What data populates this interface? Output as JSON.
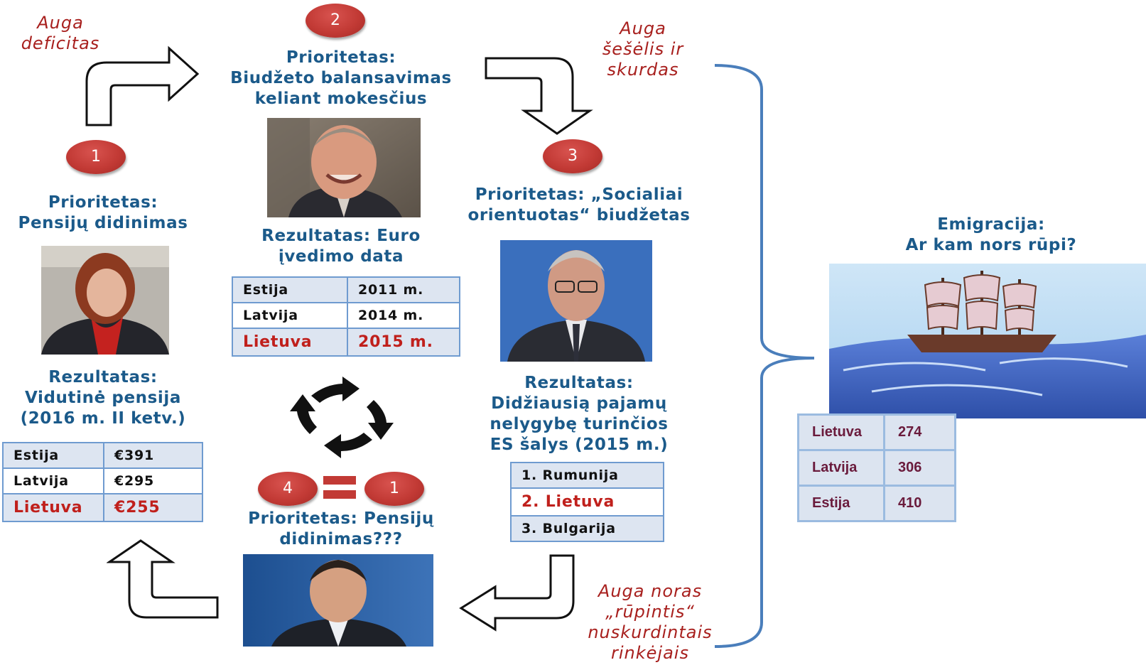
{
  "labels": {
    "deficit": "Auga\ndeficitas",
    "shadow": "Auga\nšešėlis ir\nskurdas",
    "care": "Auga noras\n„rūpintis“\nnuskurdintais\nrinkėjais"
  },
  "badges": {
    "b1": "1",
    "b2": "2",
    "b3": "3",
    "b4": "4",
    "b5": "1"
  },
  "step1": {
    "priority": "Prioritetas:\nPensijų didinimas",
    "result": "Rezultatas:\nVidutinė  pensija\n(2016 m. II ketv.)",
    "table": [
      [
        "Estija",
        "€391"
      ],
      [
        "Latvija",
        "€295"
      ],
      [
        "Lietuva",
        "€255"
      ]
    ]
  },
  "step2": {
    "priority": "Prioritetas:\nBiudžeto balansavimas\nkeliant mokesčius",
    "result": "Rezultatas: Euro\nįvedimo data",
    "table": [
      [
        "Estija",
        "2011 m."
      ],
      [
        "Latvija",
        "2014 m."
      ],
      [
        "Lietuva",
        "2015 m."
      ]
    ]
  },
  "step3": {
    "priority": "Prioritetas: „Socialiai\norientuotas“ biudžetas",
    "result": "Rezultatas:\nDidžiausią pajamų\nnelygybę turinčios\nES šalys (2015 m.)",
    "list": [
      "1. Rumunija",
      "2. Lietuva",
      "3. Bulgarija"
    ]
  },
  "step4": {
    "priority": "Prioritetas: Pensijų\ndidinimas???"
  },
  "emigration": {
    "title": "Emigracija:\nAr kam nors rūpi?",
    "table": [
      [
        "Lietuva",
        "274"
      ],
      [
        "Latvija",
        "306"
      ],
      [
        "Estija",
        "410"
      ]
    ]
  },
  "colors": {
    "accent_red": "#c0201c",
    "heading_blue": "#1b5a8a",
    "badge_red": "#c23a35",
    "bracket_blue": "#4a7ebb"
  },
  "icons": [
    "bent-arrow-up-right-icon",
    "bent-arrow-right-down-icon",
    "bent-arrow-down-left-icon",
    "bent-arrow-left-up-icon",
    "cycle-arrows-icon",
    "equals-icon"
  ]
}
